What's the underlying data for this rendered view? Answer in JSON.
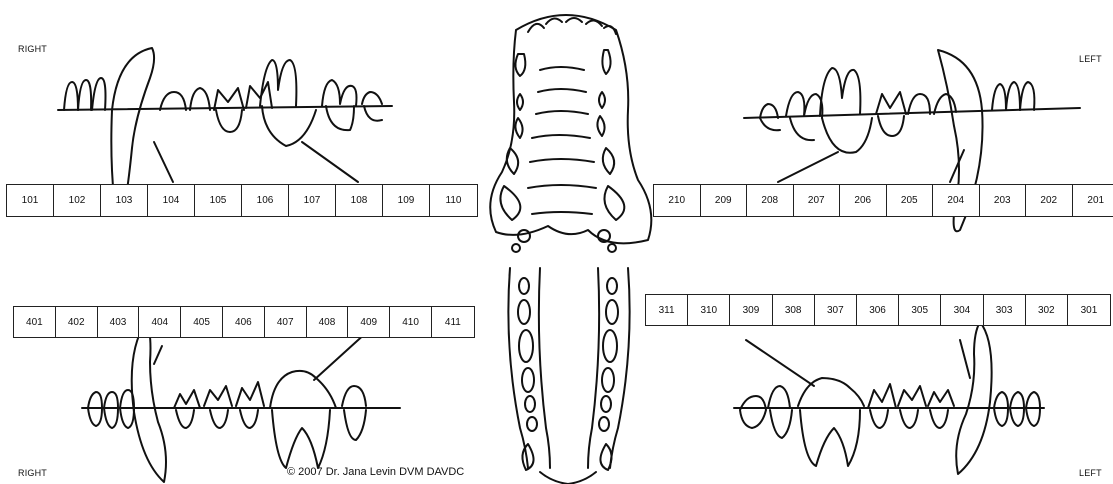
{
  "labels": {
    "upper_right": "RIGHT",
    "upper_left": "LEFT",
    "lower_right": "RIGHT",
    "lower_left": "LEFT"
  },
  "rows": {
    "upper_right": [
      "101",
      "102",
      "103",
      "104",
      "105",
      "106",
      "107",
      "108",
      "109",
      "110"
    ],
    "upper_left": [
      "210",
      "209",
      "208",
      "207",
      "206",
      "205",
      "204",
      "203",
      "202",
      "201"
    ],
    "lower_right": [
      "401",
      "402",
      "403",
      "404",
      "405",
      "406",
      "407",
      "408",
      "409",
      "410",
      "411"
    ],
    "lower_left": [
      "311",
      "310",
      "309",
      "308",
      "307",
      "306",
      "305",
      "304",
      "303",
      "302",
      "301"
    ]
  },
  "copyright": "© 2007 Dr. Jana Levin DVM DAVDC"
}
